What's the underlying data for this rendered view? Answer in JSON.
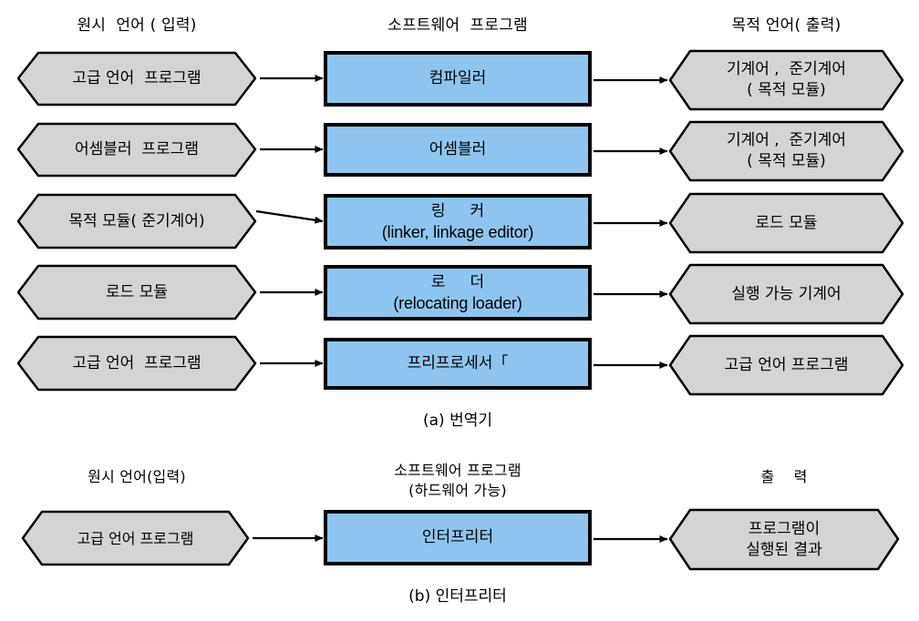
{
  "figure": {
    "colors": {
      "node_fill": "#d4d4d4",
      "process_fill": "#8ec5f0",
      "stroke": "#000000",
      "background": "#ffffff"
    },
    "sections": [
      {
        "id": "translator",
        "caption": "(a) 번역기",
        "headers": {
          "input": "원시  언어 ( 입력)",
          "process": "소프트웨어  프로그램",
          "output": "목적 언어( 출력)"
        },
        "rows": [
          {
            "input": [
              "고급 언어  프로그램"
            ],
            "process": [
              "컴파일러"
            ],
            "output": [
              "기계어 ,  준기계어",
              "( 목적 모듈)"
            ]
          },
          {
            "input": [
              "어셈블러  프로그램"
            ],
            "process": [
              "어셈블러"
            ],
            "output": [
              "기계어 ,  준기계어",
              "( 목적 모듈)"
            ]
          },
          {
            "input": [
              "목적 모듈( 준기계어)"
            ],
            "process": [
              "링     커",
              "(linker, linkage editor)"
            ],
            "output": [
              "로드 모듈"
            ]
          },
          {
            "input": [
              "로드 모듈"
            ],
            "process": [
              "로     더",
              "(relocating loader)"
            ],
            "output": [
              "실행 가능 기계어"
            ]
          },
          {
            "input": [
              "고급 언어  프로그램"
            ],
            "process": [
              "프리프로세서「"
            ],
            "output": [
              "고급 언어 프로그램"
            ]
          }
        ]
      },
      {
        "id": "interpreter",
        "caption": "(b) 인터프리터",
        "headers": {
          "input": "원시 언어(입력)",
          "process": "소프트웨어 프로그램\n(하드웨어 가능)",
          "output": "출    력"
        },
        "rows": [
          {
            "input": [
              "고급 언어 프로그램"
            ],
            "process": [
              "인터프리터"
            ],
            "output": [
              "프로그램이",
              "실행된 결과"
            ]
          }
        ]
      }
    ]
  }
}
